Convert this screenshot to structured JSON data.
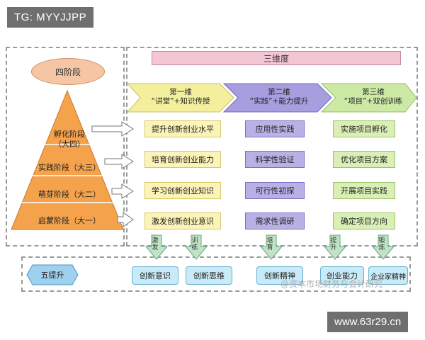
{
  "tag": "TG: MYYJJPP",
  "stages_header": "四阶段",
  "dimensions_header": "三维度",
  "pyramid": [
    {
      "label": "孵化阶段",
      "sub": "（大四）"
    },
    {
      "label": "实践阶段（大三）"
    },
    {
      "label": "萌芽阶段（大二）"
    },
    {
      "label": "启蒙阶段（大一）"
    }
  ],
  "dimensions": [
    {
      "name": "第一维",
      "desc": "“讲堂”+知识传授"
    },
    {
      "name": "第二维",
      "desc": "“实践”+能力提升"
    },
    {
      "name": "第三维",
      "desc": "“项目”+双创训练"
    }
  ],
  "col1": [
    "提升创新创业水平",
    "培育创新创业能力",
    "学习创新创业知识",
    "激发创新创业意识"
  ],
  "col2": [
    "应用性实践",
    "科学性验证",
    "可行性初探",
    "需求性调研"
  ],
  "col3": [
    "实施项目孵化",
    "优化项目方案",
    "开展项目实践",
    "确定项目方向"
  ],
  "arrow_labels": [
    "激发",
    "训练",
    "培育",
    "提升",
    "锻炼"
  ],
  "five_header": "五提升",
  "five": [
    "创新意识",
    "创新思维",
    "创新精神",
    "创业能力",
    "企业家精神"
  ],
  "watermark": "@资本市场财务与会计研究",
  "url": "www.63r29.cn"
}
